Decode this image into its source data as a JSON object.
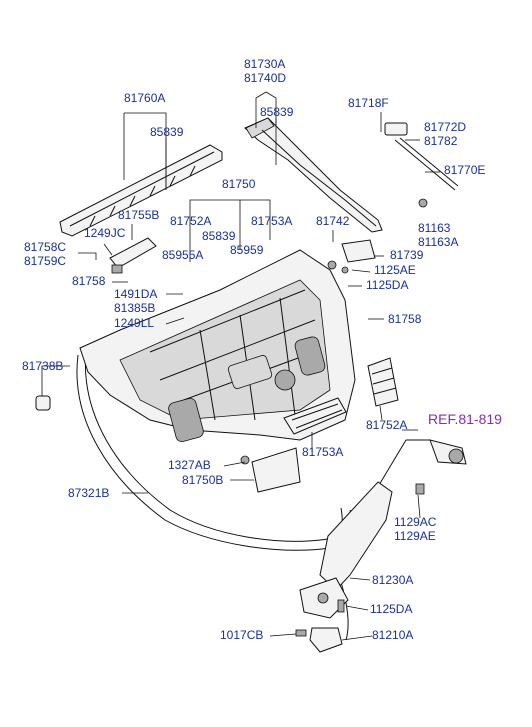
{
  "labels": {
    "p81730A": "81730A",
    "p81740D": "81740D",
    "p81760A": "81760A",
    "p85839_top": "85839",
    "p85839_right": "85839",
    "p81718F": "81718F",
    "p81772D": "81772D",
    "p81782": "81782",
    "p81770E": "81770E",
    "p81750": "81750",
    "p81755B": "81755B",
    "p81752A_top": "81752A",
    "p81753A_top": "81753A",
    "p81742": "81742",
    "p81163": "81163",
    "p81163A": "81163A",
    "p81758C": "81758C",
    "p81759C": "81759C",
    "p1249JC": "1249JC",
    "p85839_mid": "85839",
    "p85959": "85959",
    "p85955A": "85955A",
    "p81739": "81739",
    "p1125AE": "1125AE",
    "p1125DA_top": "1125DA",
    "p81758_left": "81758",
    "p1491DA": "1491DA",
    "p81385B": "81385B",
    "p1249LL": "1249LL",
    "p81758_right": "81758",
    "p81738B": "81738B",
    "p81752A_right": "81752A",
    "ref81819": "REF.81-819",
    "p1327AB": "1327AB",
    "p81753A_low": "81753A",
    "p81750B": "81750B",
    "p87321B": "87321B",
    "p1129AC": "1129AC",
    "p1129AE": "1129AE",
    "p81230A": "81230A",
    "p1125DA_low": "1125DA",
    "p1017CB": "1017CB",
    "p81210A": "81210A"
  },
  "colors": {
    "label_text": "#1a2f9c",
    "reference_text": "#8a2bb8",
    "line_art": "#111111",
    "part_fill": "#f3f3f3"
  }
}
